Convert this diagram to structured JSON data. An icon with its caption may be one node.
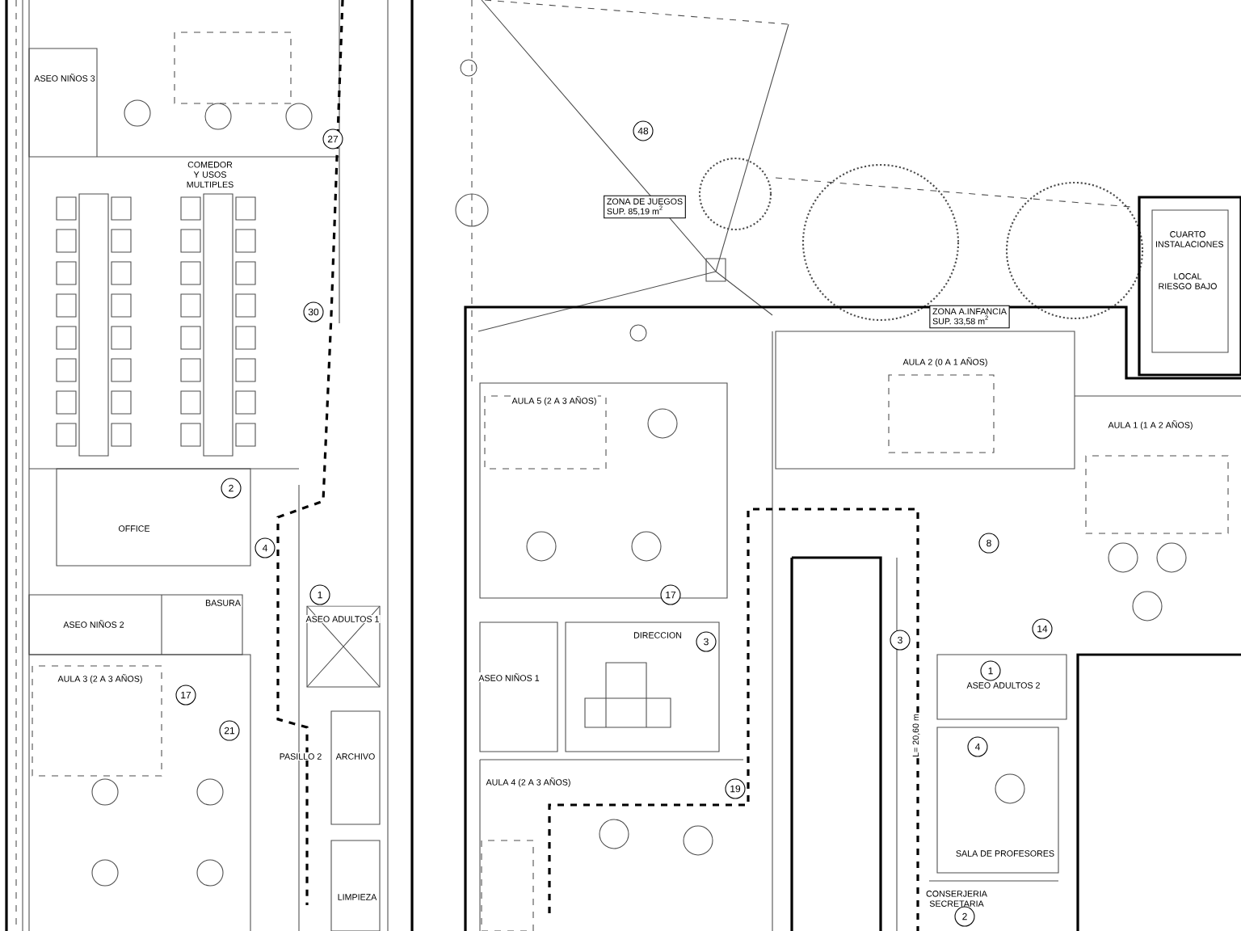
{
  "diagram": {
    "nodes": [
      {
        "text": [
          "ZONA DE JUEGOS",
          "SUP. 85,19 m$^{2}$"
        ]
      },
      {
        "text": [
          "ZONA A.INFANCIA",
          "SUP. 33,58 m$^{2}$"
        ]
      }
    ],
    "labels": [
      "ASEO NIÑOS 3",
      "27",
      "COMEDOR Y USOS MULTIPLES",
      "48",
      "CUARTO INSTALACIONES",
      "LOCAL RIESGO BAJO",
      "30",
      "AULA 2 (0 A 1 AÑOS)",
      "AULA 5 (2 A 3 AÑOS)",
      "AULA 1 (1 A 2 AÑOS)",
      "2",
      "OFFICE",
      "4",
      "8",
      "1",
      "17",
      "BASURA",
      "ASEO NIÑOS 2",
      "ASEO ADULTOS 1",
      "DIRECCION",
      "3",
      "14",
      "3",
      "1",
      "ASEO ADULTOS 2",
      "ASEO NIÑOS 1",
      "AULA 3 (2 A 3 AÑOS)",
      "17",
      "21",
      "L= 20,60 m",
      "4",
      "PASILLO 2",
      "ARCHIVO",
      "AULA 4 (2 A 3 AÑOS)",
      "19",
      "SALA DE PROFESORES",
      "LIMPIEZA",
      "CONSERJERIA SECRETARIA",
      "2"
    ]
  }
}
